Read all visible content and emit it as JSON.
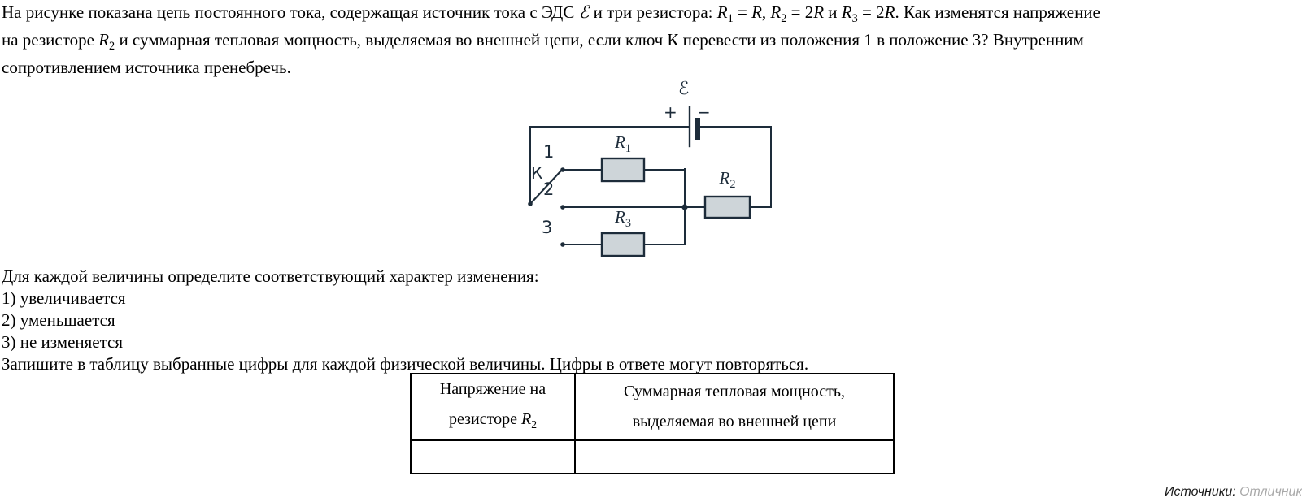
{
  "problem": {
    "line1": "На рисунке показана цепь постоянного тока, содержащая источник тока с ЭДС *ℰ* и три резистора: *R*~1~ = *R*, *R*~2~ = 2*R* и *R*~3~ = 2*R*. Как изменятся напряжение",
    "line2": "на резисторе *R*~2~ и суммарная тепловая мощность, выделяемая во внешней цепи, если ключ К перевести из положения 1 в положение 3? Внутренним",
    "line3": "сопротивлением источника пренебречь."
  },
  "circuit": {
    "emf_label": "ℰ",
    "plus_label": "+",
    "minus_label": "−",
    "switch_label": "К",
    "position_labels": [
      "1",
      "2",
      "3"
    ],
    "resistor_labels": {
      "r1": "*R*~1~",
      "r2": "*R*~2~",
      "r3": "*R*~3~"
    },
    "colors": {
      "stroke": "#1d2c3a",
      "resistor_fill": "#ced5d9"
    }
  },
  "instructions": {
    "intro": "Для каждой величины определите соответствующий характер изменения:",
    "options": [
      "1) увеличивается",
      "2) уменьшается",
      "3) не изменяется"
    ],
    "outro": "Запишите в таблицу выбранные цифры для каждой физической величины. Цифры в ответе могут повторяться."
  },
  "table": {
    "headers": [
      {
        "line1": "Напряжение на",
        "line2": "резисторе *R*~2~"
      },
      {
        "line1": "Суммарная тепловая мощность,",
        "line2": "выделяемая во внешней цепи"
      }
    ],
    "answers": [
      "",
      ""
    ]
  },
  "source": {
    "label": "Источники:",
    "link": "Отличник"
  }
}
